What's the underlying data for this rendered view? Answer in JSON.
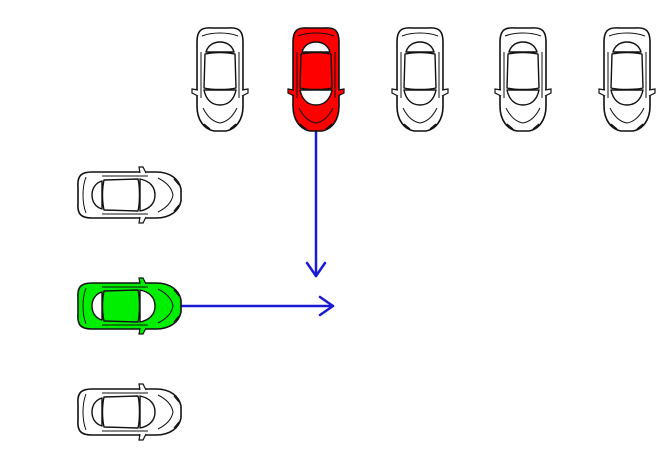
{
  "colors": {
    "background": "#ffffff",
    "outline": "#111111",
    "default_body": "#ffffff",
    "window": "#ffffff",
    "highlight_red": "#ff0000",
    "highlight_green": "#00ee00",
    "arrow": "#1a1ad0"
  },
  "cars": [
    {
      "id": "top-1",
      "orientation": "down",
      "color": "default_body"
    },
    {
      "id": "top-2",
      "orientation": "down",
      "color": "highlight_red"
    },
    {
      "id": "top-3",
      "orientation": "down",
      "color": "default_body"
    },
    {
      "id": "top-4",
      "orientation": "down",
      "color": "default_body"
    },
    {
      "id": "top-5",
      "orientation": "down",
      "color": "default_body"
    },
    {
      "id": "left-1",
      "orientation": "right",
      "color": "default_body"
    },
    {
      "id": "left-2",
      "orientation": "right",
      "color": "highlight_green"
    },
    {
      "id": "left-3",
      "orientation": "right",
      "color": "default_body"
    }
  ],
  "arrows": [
    {
      "id": "red-path",
      "from": "top-2",
      "direction": "down"
    },
    {
      "id": "green-path",
      "from": "left-2",
      "direction": "right"
    }
  ]
}
